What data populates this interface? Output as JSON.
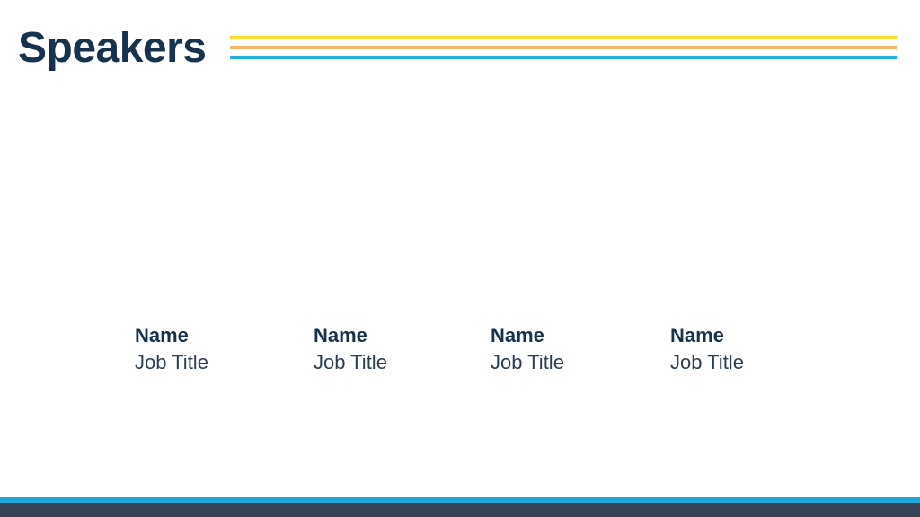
{
  "slide": {
    "title": "Speakers"
  },
  "speakers": [
    {
      "name": "Name",
      "job_title": "Job Title"
    },
    {
      "name": "Name",
      "job_title": "Job Title"
    },
    {
      "name": "Name",
      "job_title": "Job Title"
    },
    {
      "name": "Name",
      "job_title": "Job Title"
    }
  ],
  "colors": {
    "title": "#17324d",
    "stripe_yellow": "#f9dc2e",
    "stripe_orange": "#f2b66d",
    "stripe_blue": "#1fb0de",
    "footer_accent": "#1fa8d8",
    "footer_bar": "#374357"
  }
}
